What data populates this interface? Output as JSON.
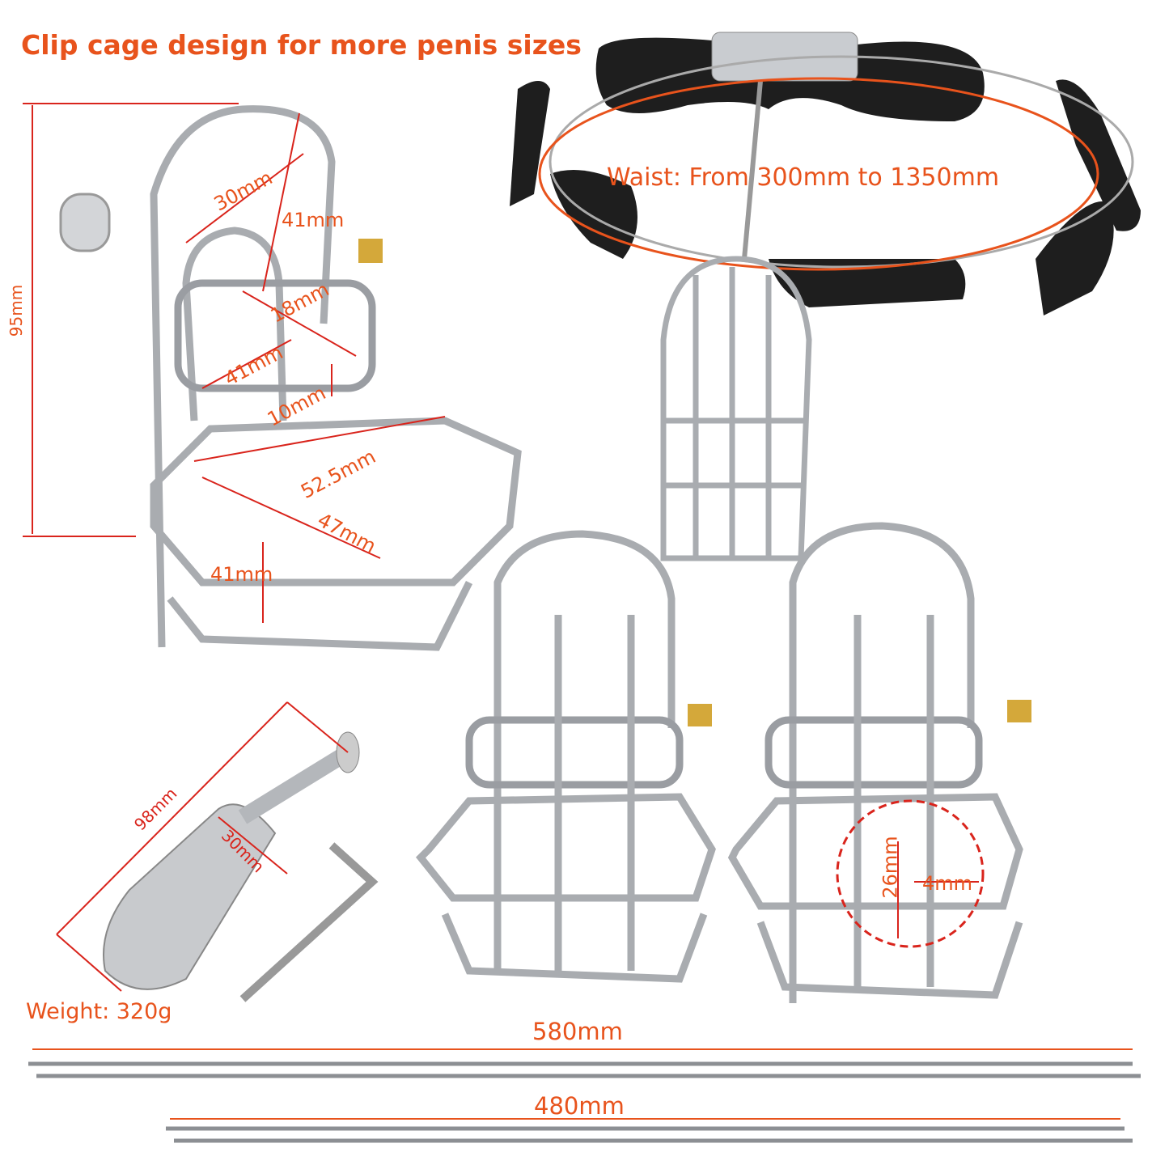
{
  "title": "Clip cage design for more penis sizes",
  "dimensions": {
    "height": "95mm",
    "top_width": "30mm",
    "top_depth": "41mm",
    "ring_inner": "18mm",
    "ring_width": "41mm",
    "ring_height": "10mm",
    "cage_width": "52.5mm",
    "cage_depth": "47mm",
    "cage_height": "41mm",
    "plug_length": "98mm",
    "plug_diameter": "30mm",
    "tube_length": "26mm",
    "tube_diameter": "4mm",
    "rod_long": "580mm",
    "rod_short": "480mm"
  },
  "waist": "Waist: From 300mm to 1350mm",
  "weight": "Weight: 320g",
  "colors": {
    "accent": "#e8531c",
    "dimension_line": "#d9241c",
    "belt": "#1e1e1e",
    "steel": "#b9bcc0"
  }
}
